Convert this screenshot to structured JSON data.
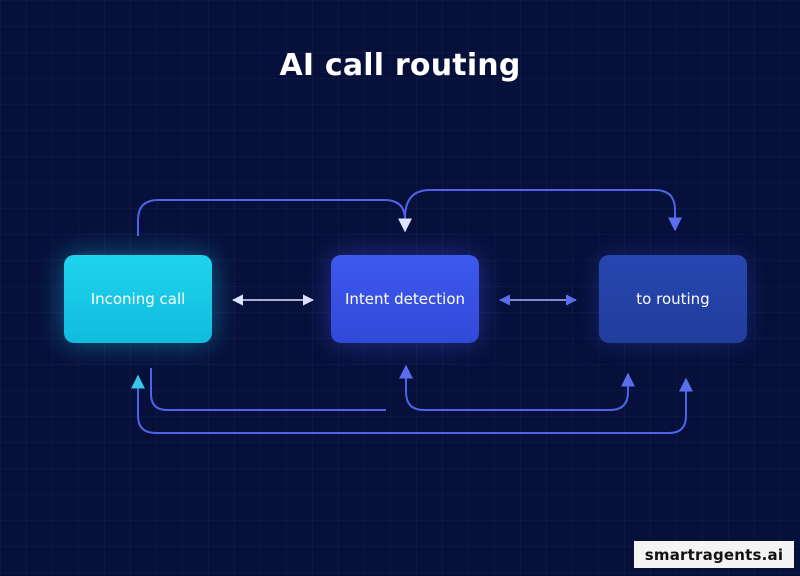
{
  "title": "AI call routing",
  "nodes": {
    "incoming": "Inconing call",
    "intent": "Intent detection",
    "routing": "to routing"
  },
  "watermark": "smartragents.ai",
  "colors": {
    "background": "#07103a",
    "incoming_node": "#1cc8e6",
    "intent_node": "#3a55e8",
    "routing_node": "#2444a8",
    "connector": "#5b6ef0"
  }
}
